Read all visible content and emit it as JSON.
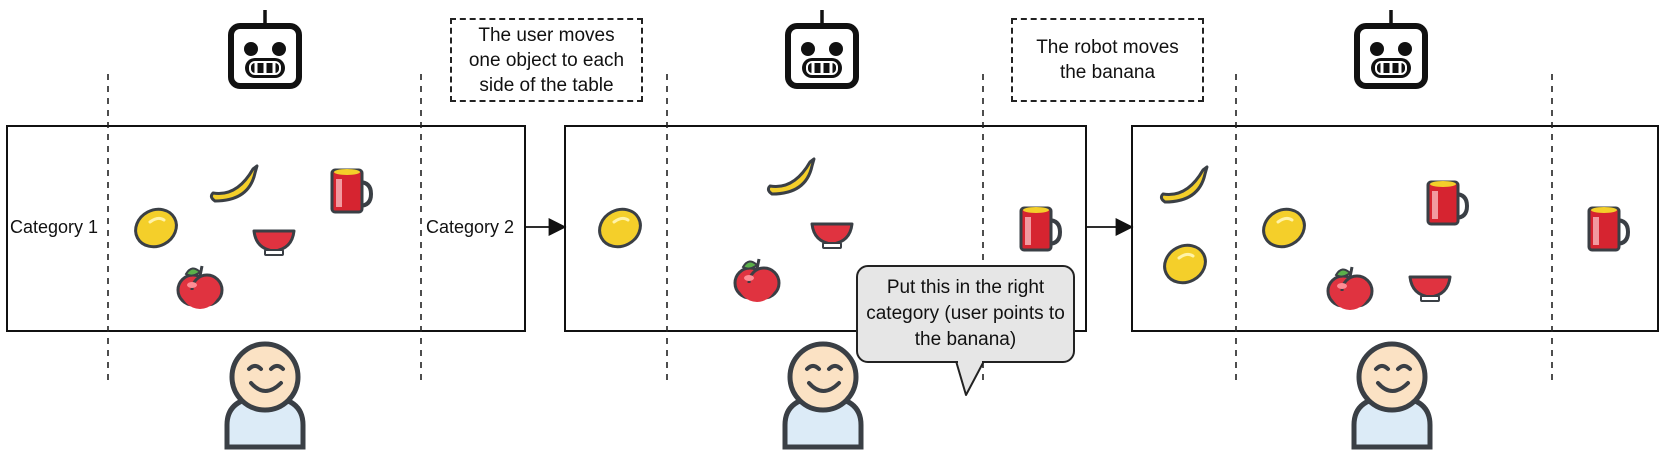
{
  "panels": [
    {
      "category_labels": [
        "Category 1",
        "Category 2"
      ],
      "objects": [
        "banana",
        "mug",
        "lemon",
        "bowl",
        "apple"
      ]
    },
    {
      "objects": [
        "lemon",
        "banana",
        "bowl",
        "apple",
        "mug"
      ]
    },
    {
      "objects": [
        "banana",
        "lemon",
        "lemon",
        "mug",
        "apple",
        "bowl",
        "mug"
      ]
    }
  ],
  "notes": {
    "step1": "The user moves one object to each side of the table",
    "step2": "The robot moves the banana"
  },
  "speech_bubble": "Put this in the right category (user points to the banana)",
  "actors": {
    "robot_icon": "robot-icon",
    "user_icon": "user-icon"
  },
  "colors": {
    "stroke": "#3a3f45",
    "fruit_yellow": "#f4cf2a",
    "apple_red": "#e03340",
    "mug_red": "#d62430",
    "skin": "#fbe2c4",
    "shirt": "#dcebf7",
    "bubble": "#e6e6e6"
  }
}
